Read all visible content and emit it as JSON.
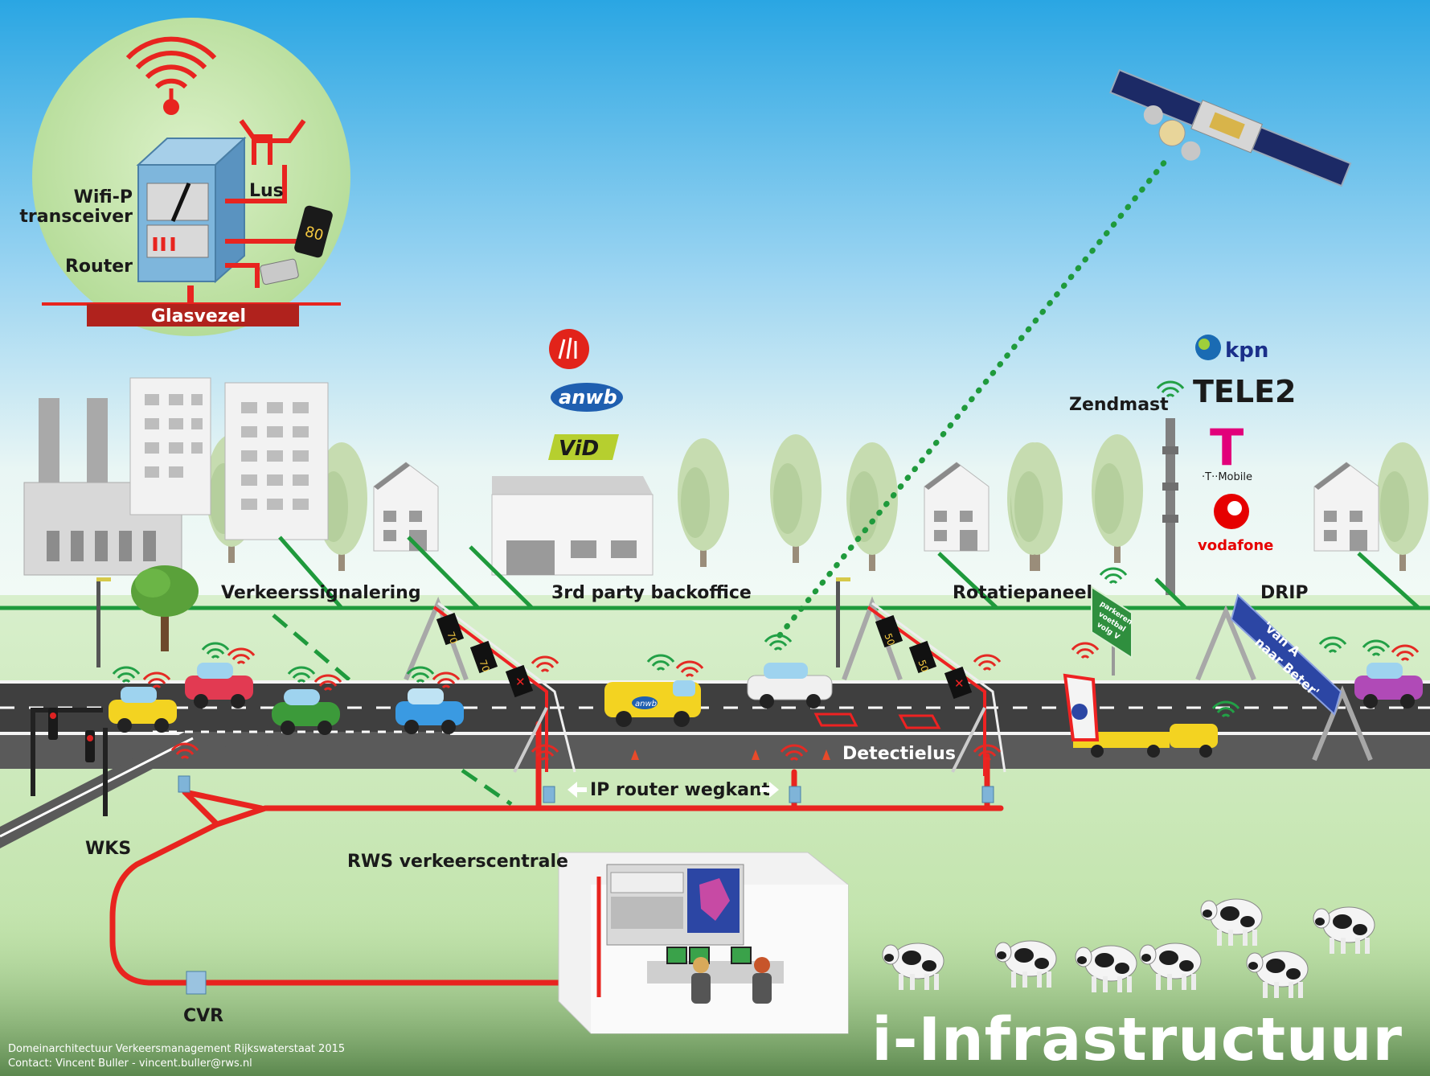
{
  "title": "i-Infrastructuur",
  "inset": {
    "wifi_label_line1": "Wifi-P",
    "wifi_label_line2": "transceiver",
    "router_label": "Router",
    "lus_label": "Lus",
    "glasvezel_label": "Glasvezel",
    "speed_sign": "80"
  },
  "labels": {
    "verkeerssignalering": "Verkeerssignalering",
    "backoffice": "3rd party backoffice",
    "rotatiepaneel": "Rotatiepaneel",
    "drip": "DRIP",
    "zendmast": "Zendmast",
    "detectielus": "Detectielus",
    "ip_router": "IP router wegkant",
    "wks": "WKS",
    "cvr": "CVR",
    "rws": "RWS verkeerscentrale"
  },
  "logos": {
    "anwb": "anwb",
    "vid": "ViD",
    "kpn": "kpn",
    "tele2": "TELE2",
    "tmobile_letter": "T",
    "tmobile": "·T··Mobile",
    "vodafone": "vodafone"
  },
  "signs": {
    "gantry1_a": "70",
    "gantry1_b": "70",
    "gantry2_a": "50",
    "gantry2_b": "50",
    "drip_text_line1": "'van A",
    "drip_text_line2": "naar Beter'",
    "rotatie_line1": "parkeren",
    "rotatie_line2": "voetbal",
    "rotatie_line3": "volg V",
    "van_logo": "anwb"
  },
  "footer": {
    "line1": "Domeinarchitectuur Verkeersmanagement Rijkswaterstaat 2015",
    "line2": "Contact: Vincent Buller - vincent.buller@rws.nl"
  },
  "colors": {
    "sky_top": "#37aee6",
    "sky_bottom": "#eef8f4",
    "grass": "#cfe9c2",
    "fiber": "#e8241f",
    "data_link": "#1f9a3c",
    "road": "#3f3f3f"
  }
}
